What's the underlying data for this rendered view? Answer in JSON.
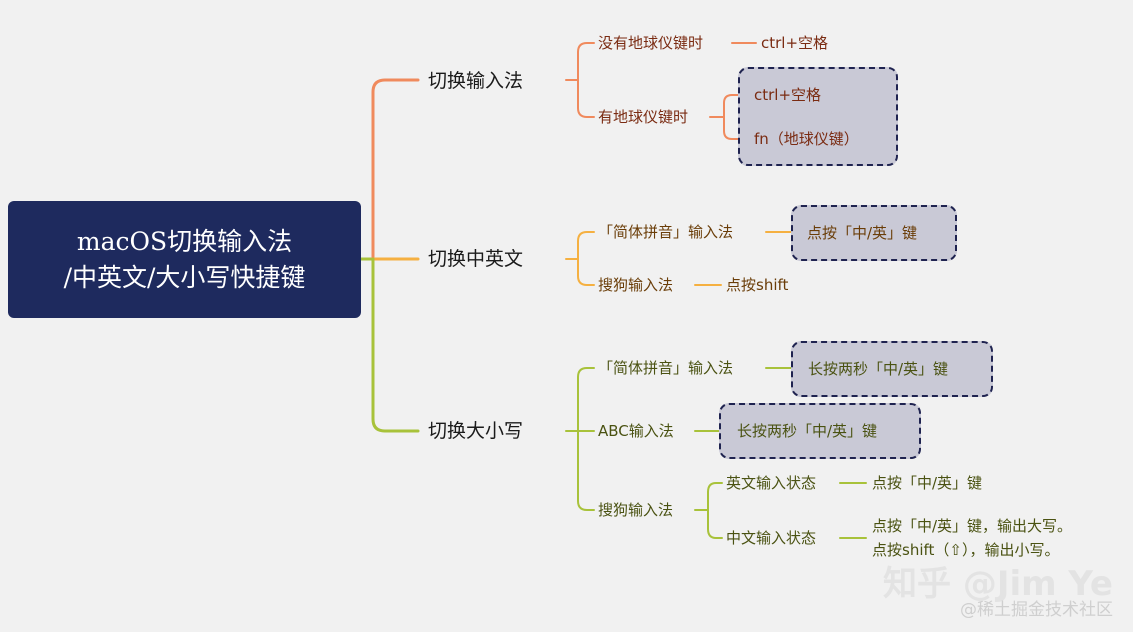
{
  "root": {
    "line1": "macOS切换输入法",
    "line2": "/中英文/大小写快捷键"
  },
  "colors": {
    "root_bg": "#1e2a5e",
    "branch_orange": "#f08a5d",
    "branch_yellow": "#f5b041",
    "branch_green": "#a8c23a",
    "highlight_box": "#c9c9d6",
    "box_border": "#1f2350"
  },
  "branches": {
    "input_method": {
      "title": "切换输入法",
      "no_globe": {
        "label": "没有地球仪键时",
        "action": "ctrl+空格"
      },
      "globe": {
        "label": "有地球仪键时",
        "action1": "ctrl+空格",
        "action2": "fn（地球仪键）"
      }
    },
    "cn_en": {
      "title": "切换中英文",
      "pinyin": {
        "label": "「简体拼音」输入法",
        "action": "点按「中/英」键"
      },
      "sogou": {
        "label": "搜狗输入法",
        "action": "点按shift"
      }
    },
    "caps": {
      "title": "切换大小写",
      "pinyin": {
        "label": "「简体拼音」输入法",
        "action": "长按两秒「中/英」键"
      },
      "abc": {
        "label": "ABC输入法",
        "action": "长按两秒「中/英」键"
      },
      "sogou": {
        "label": "搜狗输入法",
        "en_state": {
          "label": "英文输入状态",
          "action": "点按「中/英」键"
        },
        "cn_state": {
          "label": "中文输入状态",
          "action_line1": "点按「中/英」键，输出大写。",
          "action_line2": "点按shift（⇧），输出小写。"
        }
      }
    }
  },
  "watermark": {
    "line1": "知乎 @Jim Ye",
    "line2": "@稀土掘金技术社区"
  }
}
